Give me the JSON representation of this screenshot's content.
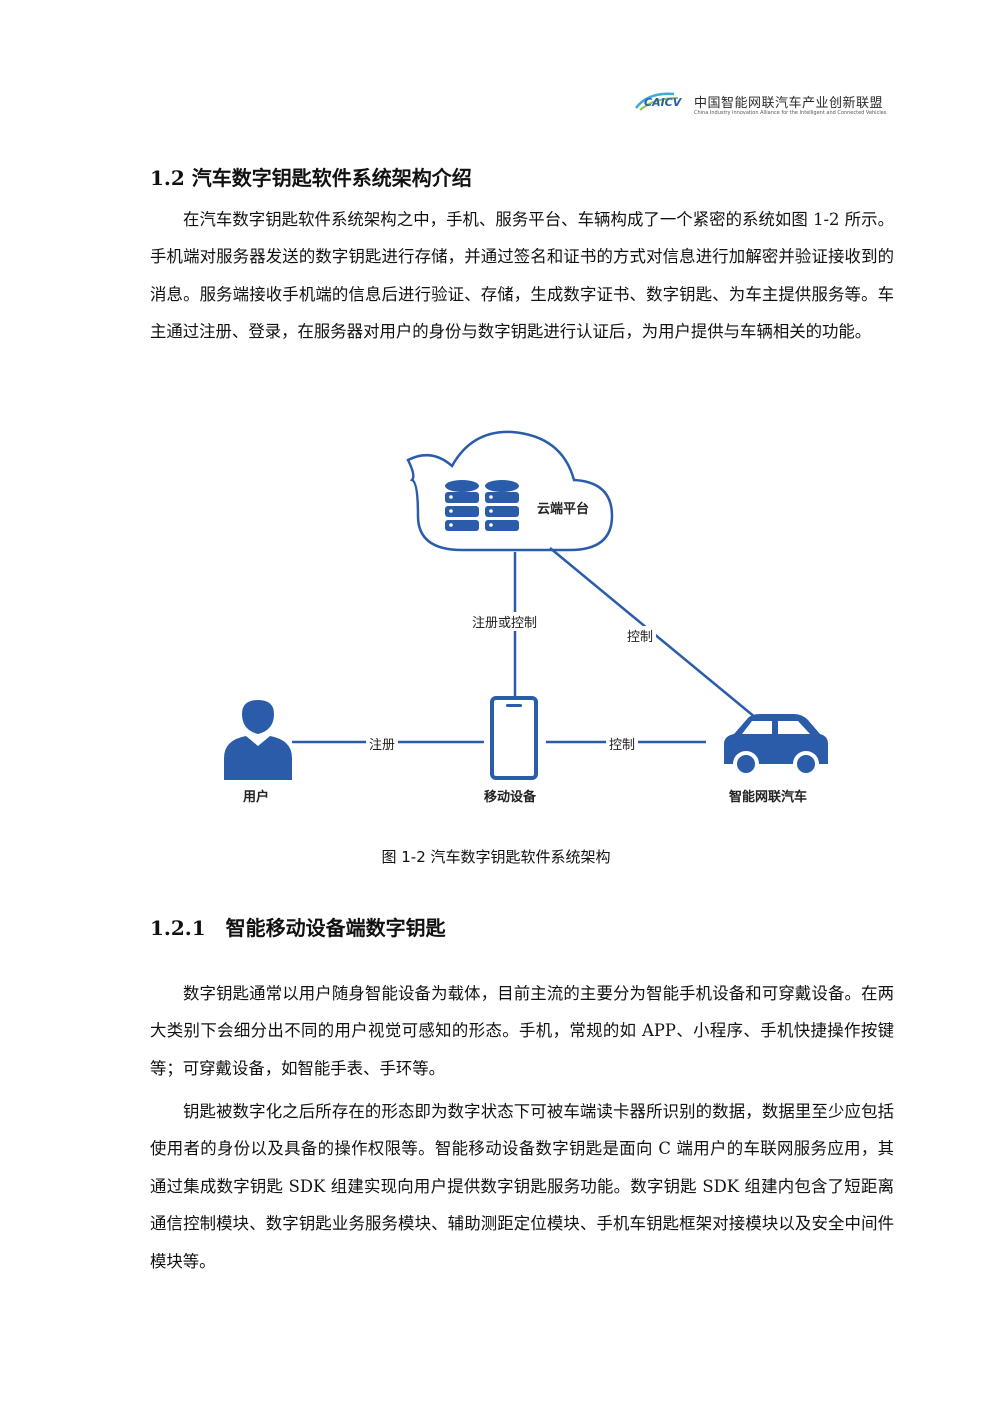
{
  "header": {
    "logo_text": "CAICV",
    "org_name_cn": "中国智能网联汽车产业创新联盟",
    "org_name_en": "China Industry Innovation Alliance for the Intelligent and Connected Vehicles"
  },
  "section_1_2": {
    "title": "1.2 汽车数字钥匙软件系统架构介绍",
    "paragraph": "在汽车数字钥匙软件系统架构之中，手机、服务平台、车辆构成了一个紧密的系统如图 1-2 所示。手机端对服务器发送的数字钥匙进行存储，并通过签名和证书的方式对信息进行加解密并验证接收到的消息。服务端接收手机端的信息后进行验证、存储，生成数字证书、数字钥匙、为车主提供服务等。车主通过注册、登录，在服务器对用户的身份与数字钥匙进行认证后，为用户提供与车辆相关的功能。"
  },
  "diagram": {
    "cloud_label": "云端平台",
    "user_label": "用户",
    "device_label": "移动设备",
    "car_label": "智能网联汽车",
    "edge_cloud_device": "注册或控制",
    "edge_cloud_car": "控制",
    "edge_user_device": "注册",
    "edge_device_car": "控制",
    "accent_color": "#2a5caa"
  },
  "figure_caption": "图 1-2 汽车数字钥匙软件系统架构",
  "section_1_2_1": {
    "title": "1.2.1　智能移动设备端数字钥匙",
    "paragraph1": "数字钥匙通常以用户随身智能设备为载体，目前主流的主要分为智能手机设备和可穿戴设备。在两大类别下会细分出不同的用户视觉可感知的形态。手机，常规的如 APP、小程序、手机快捷操作按键等；可穿戴设备，如智能手表、手环等。",
    "paragraph2": "钥匙被数字化之后所存在的形态即为数字状态下可被车端读卡器所识别的数据，数据里至少应包括使用者的身份以及具备的操作权限等。智能移动设备数字钥匙是面向 C 端用户的车联网服务应用，其通过集成数字钥匙 SDK 组建实现向用户提供数字钥匙服务功能。数字钥匙 SDK 组建内包含了短距离通信控制模块、数字钥匙业务服务模块、辅助测距定位模块、手机车钥匙框架对接模块以及安全中间件模块等。"
  }
}
